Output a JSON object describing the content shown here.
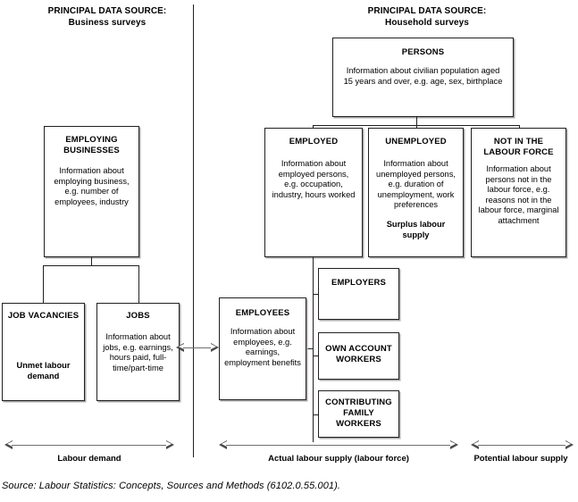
{
  "diagram": {
    "headers": {
      "left_line1": "PRINCIPAL DATA SOURCE:",
      "left_line2": "Business surveys",
      "right_line1": "PRINCIPAL DATA SOURCE:",
      "right_line2": "Household surveys"
    },
    "boxes": {
      "persons": {
        "title": "PERSONS",
        "body": "Information about civilian population aged 15 years and over, e.g. age, sex, birthplace"
      },
      "employing_businesses": {
        "title_line1": "EMPLOYING",
        "title_line2": "BUSINESSES",
        "body": "Information about employing business, e.g. number of employees, industry"
      },
      "employed": {
        "title": "EMPLOYED",
        "body": "Information about employed persons, e.g. occupation, industry, hours worked"
      },
      "unemployed": {
        "title": "UNEMPLOYED",
        "body": "Information about unemployed persons, e.g. duration of unemployment, work preferences",
        "emphasis": "Surplus labour supply"
      },
      "not_in_labour_force": {
        "title_line1": "NOT IN THE",
        "title_line2": "LABOUR FORCE",
        "body": "Information about persons not in the labour force, e.g. reasons not in the labour force, marginal attachment"
      },
      "job_vacancies": {
        "title": "JOB VACANCIES",
        "emphasis": "Unmet labour demand"
      },
      "jobs": {
        "title": "JOBS",
        "body": "Information about jobs, e.g. earnings, hours paid, full-time/part-time"
      },
      "employees": {
        "title": "EMPLOYEES",
        "body": "Information about employees, e.g. earnings, employment benefits"
      },
      "employers": {
        "title": "EMPLOYERS"
      },
      "own_account_workers": {
        "title_line1": "OWN ACCOUNT",
        "title_line2": "WORKERS"
      },
      "contributing_family_workers": {
        "title_line1": "CONTRIBUTING",
        "title_line2": "FAMILY",
        "title_line3": "WORKERS"
      }
    },
    "spans": {
      "labour_demand": "Labour demand",
      "actual_labour_supply": "Actual labour supply (labour force)",
      "potential_labour_supply": "Potential labour supply"
    },
    "source": "Source: Labour Statistics: Concepts, Sources and Methods (6102.0.55.001).",
    "colors": {
      "line": "#231f20",
      "shadow": "#a9a9a9",
      "arrow": "#4a4a4a",
      "background": "#ffffff"
    }
  }
}
